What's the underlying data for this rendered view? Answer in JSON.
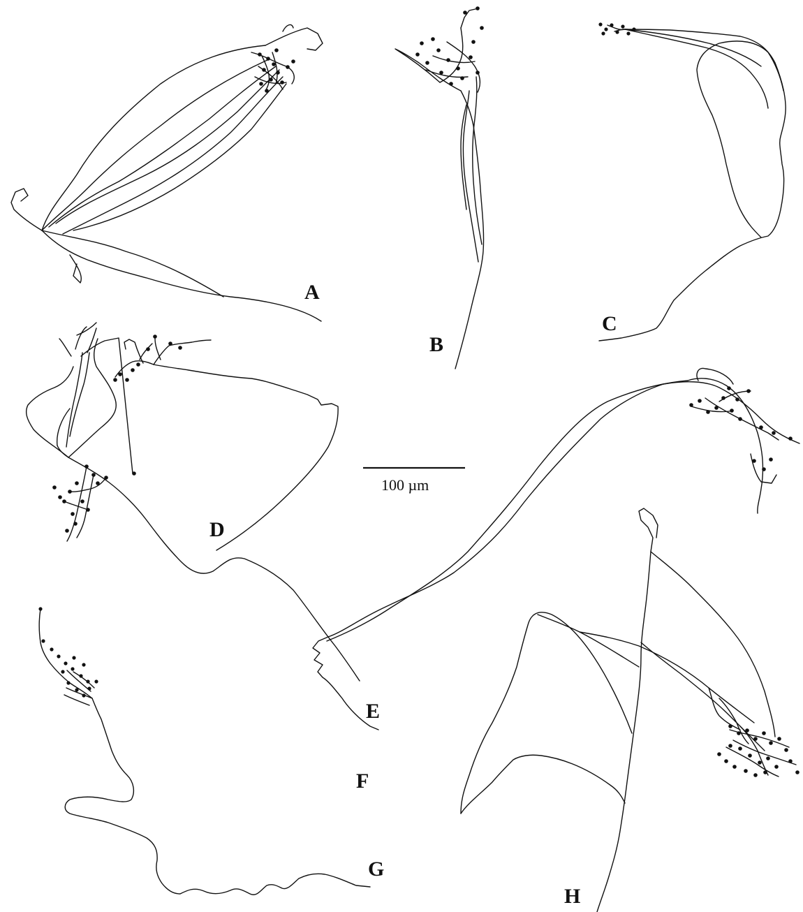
{
  "panels": [
    {
      "id": "A",
      "label": "A"
    },
    {
      "id": "B",
      "label": "B"
    },
    {
      "id": "C",
      "label": "C"
    },
    {
      "id": "D",
      "label": "D"
    },
    {
      "id": "E",
      "label": "E"
    },
    {
      "id": "F",
      "label": "F"
    },
    {
      "id": "G",
      "label": "G"
    },
    {
      "id": "H",
      "label": "H"
    }
  ],
  "scale_bar": {
    "label": "100 µm"
  },
  "colors": {
    "ink": "#111111",
    "background": "#ffffff"
  }
}
